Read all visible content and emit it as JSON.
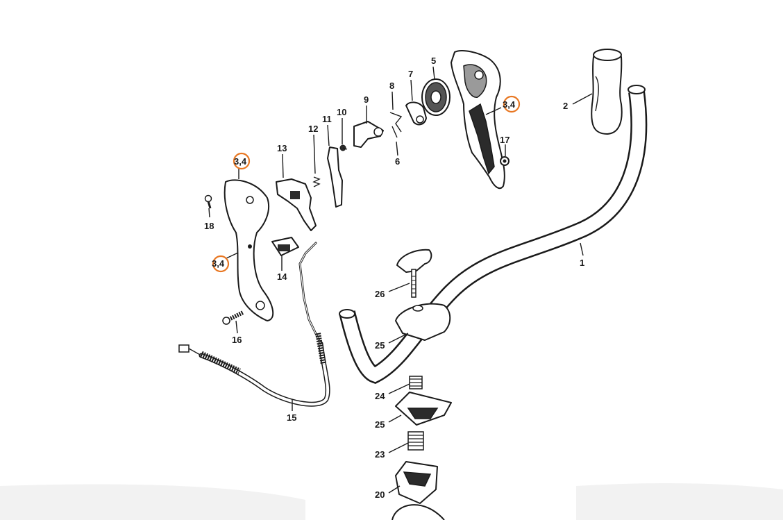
{
  "callouts": {
    "p1": "1",
    "p2": "2",
    "p3_4a": "3,4",
    "p3_4b": "3,4",
    "p3_4c": "3,4",
    "p5": "5",
    "p6": "6",
    "p7": "7",
    "p8": "8",
    "p9": "9",
    "p10": "10",
    "p11": "11",
    "p12": "12",
    "p13": "13",
    "p14": "14",
    "p15": "15",
    "p16": "16",
    "p17": "17",
    "p18": "18",
    "p20": "20",
    "p23": "23",
    "p24": "24",
    "p25a": "25",
    "p25b": "25",
    "p26": "26"
  },
  "colors": {
    "highlight": "#e87722",
    "line": "#1a1a1a"
  }
}
